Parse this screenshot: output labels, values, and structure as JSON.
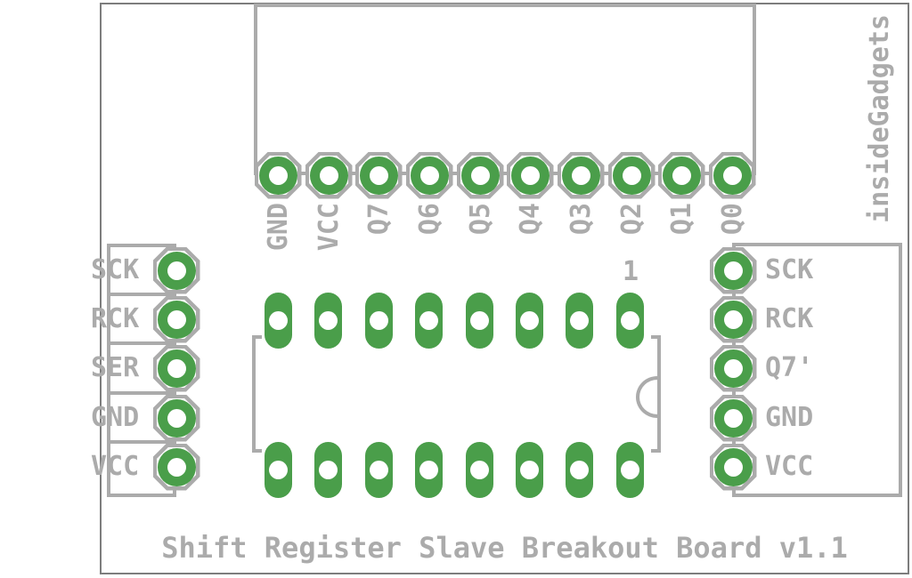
{
  "board": {
    "title": "Shift Register Slave Breakout Board v1.1",
    "brand": "insideGadgets",
    "ic_pin1_marker": "1",
    "colors": {
      "pad_green": "#4a9e4a",
      "silkscreen_gray": "#ababab",
      "board_outline_gray": "#7d7d7d",
      "background": "#ffffff"
    }
  },
  "top_header": {
    "pins": [
      "GND",
      "VCC",
      "Q7",
      "Q6",
      "Q5",
      "Q4",
      "Q3",
      "Q2",
      "Q1",
      "Q0"
    ]
  },
  "left_header": {
    "pins": [
      "SCK",
      "RCK",
      "SER",
      "GND",
      "VCC"
    ]
  },
  "right_header": {
    "pins": [
      "SCK",
      "RCK",
      "Q7'",
      "GND",
      "VCC"
    ]
  },
  "ic_footprint": {
    "pads_top_row": 8,
    "pads_bottom_row": 8
  }
}
